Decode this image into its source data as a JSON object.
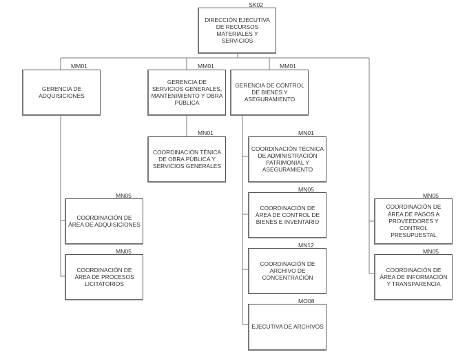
{
  "org_chart": {
    "root": {
      "code": "SK02",
      "title": "DIRECCIÓN EJECUTIVA DE RECURSOS MATERIALES Y SERVICIOS"
    },
    "managers": [
      {
        "code": "MM01",
        "title": "GERENCIA DE ADQUISICIONES",
        "children": [
          {
            "code": "MN05",
            "title": "COORDINACIÓN DE ÁREA DE ADQUISICIONES"
          },
          {
            "code": "MN05",
            "title": "COORDINACIÓN DE ÁREA DE PROCESOS LICITATORIOS"
          }
        ]
      },
      {
        "code": "MM01",
        "title": "GERENCIA DE SERVICIOS GENERALES, MANTENIMIENTO Y OBRA PÚBLICA",
        "children": [
          {
            "code": "MN01",
            "title": "COORDINACIÓN TÉNICA DE OBRA PÚBLICA Y SERVICIOS GENERALES"
          }
        ]
      },
      {
        "code": "MM01",
        "title": "GERENCIA DE CONTROL DE BIENES Y ASEGURAMIENTO",
        "children": [
          {
            "code": "MN01",
            "title": "COORDINACIÓN TÉCNICA DE ADMINISTRACIÓN PATRIMONIAL Y ASEGURAMIENTO"
          },
          {
            "code": "MN05",
            "title": "COORDINACIÓN DE ÁREA DE CONTROL DE BIENES E INVENTARIO"
          },
          {
            "code": "MN12",
            "title": "COORDINACIÓN DE ARCHIVO DE CONCENTRACIÓN"
          },
          {
            "code": "MO08",
            "title": "EJECUTIVA DE ARCHIVOS"
          }
        ]
      }
    ],
    "direct_reports": [
      {
        "code": "MN05",
        "title": "COORDINACIÓN DE ÁREA DE PAGOS A PROVEEDORES Y CONTROL PRESUPUESTAL"
      },
      {
        "code": "MN05",
        "title": "COORDINACIÓN DE ÁREA DE INFORMACIÓN Y TRANSPARENCIA"
      }
    ]
  }
}
